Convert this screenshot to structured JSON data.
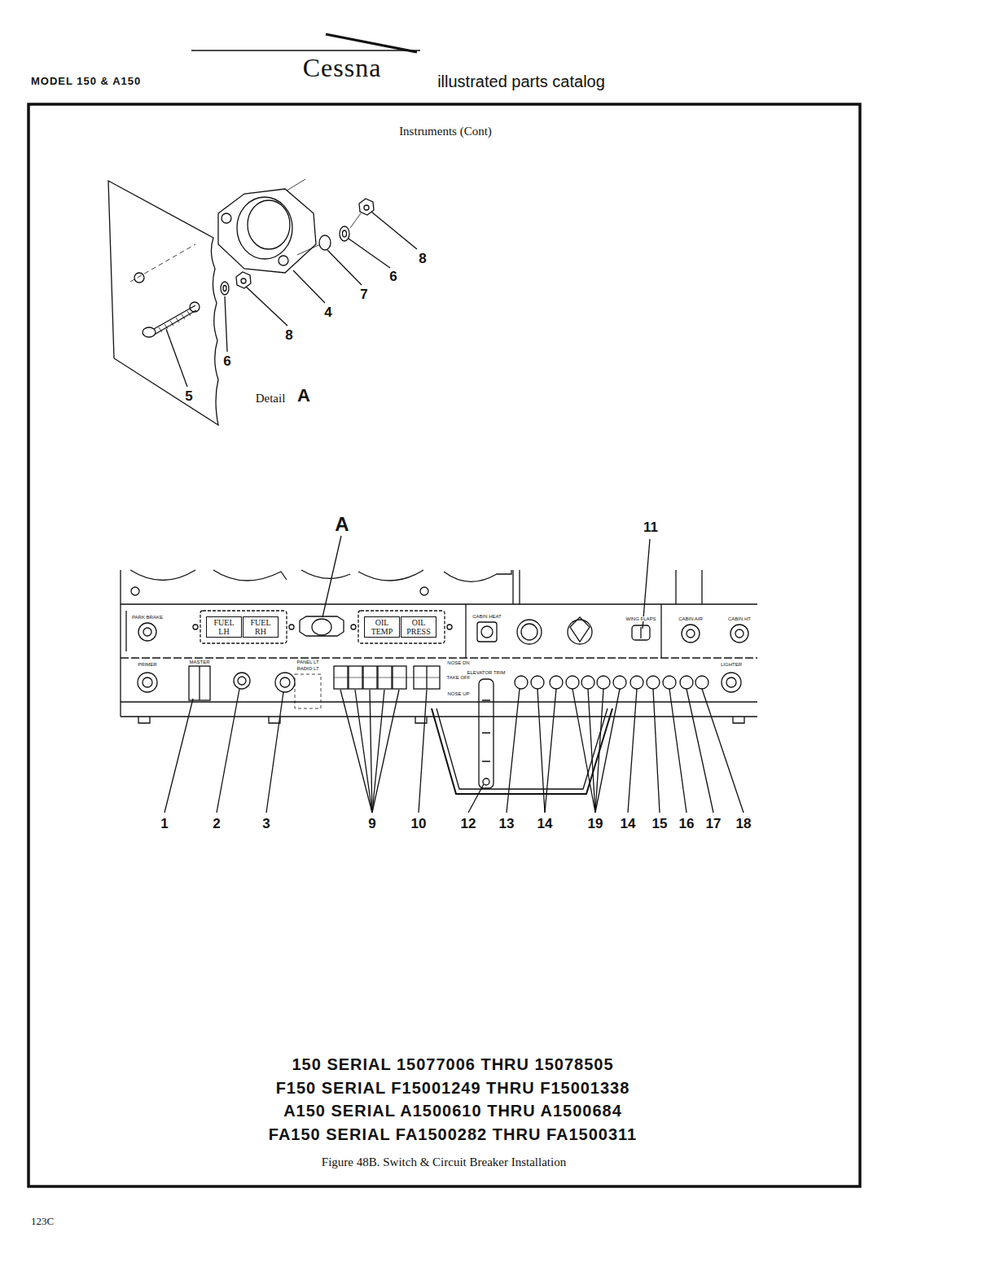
{
  "diagram": {
    "title": "Instruments (Cont)",
    "caption": "Figure 48B. Switch & Circuit Breaker Installation",
    "nodes": [
      {
        "text": [
          "FUEL LH"
        ]
      },
      {
        "text": [
          "FUEL RH"
        ]
      },
      {
        "text": [
          "OIL TEMP"
        ]
      },
      {
        "text": [
          "OIL PRESS"
        ]
      }
    ],
    "edges": [],
    "labels": [
      "MODEL 150 & A150",
      "Cessna",
      "illustrated parts catalog",
      "8",
      "6",
      "7",
      "4",
      "8",
      "6",
      "5",
      "Detail",
      "A",
      "A",
      "11",
      "1",
      "2",
      "3",
      "9",
      "10",
      "12",
      "13",
      "14",
      "19",
      "14",
      "15",
      "16",
      "17",
      "18",
      "PARK BRAKE",
      "PRIMER",
      "MASTER",
      "PANEL LT",
      "RADIO LT",
      "CABIN HEAT",
      "WING FLAPS",
      "CABIN AIR",
      "CABIN HT",
      "LIGHTER",
      "ELEVATOR TRIM",
      "NOSE DN",
      "TAKE OFF",
      "NOSE UP",
      "150 SERIAL 15077006 THRU 15078505",
      "F150 SERIAL F15001249 THRU F15001338",
      "A150 SERIAL A1500610 THRU A1500684",
      "FA150 SERIAL FA1500282 THRU FA1500311",
      "123C"
    ]
  }
}
